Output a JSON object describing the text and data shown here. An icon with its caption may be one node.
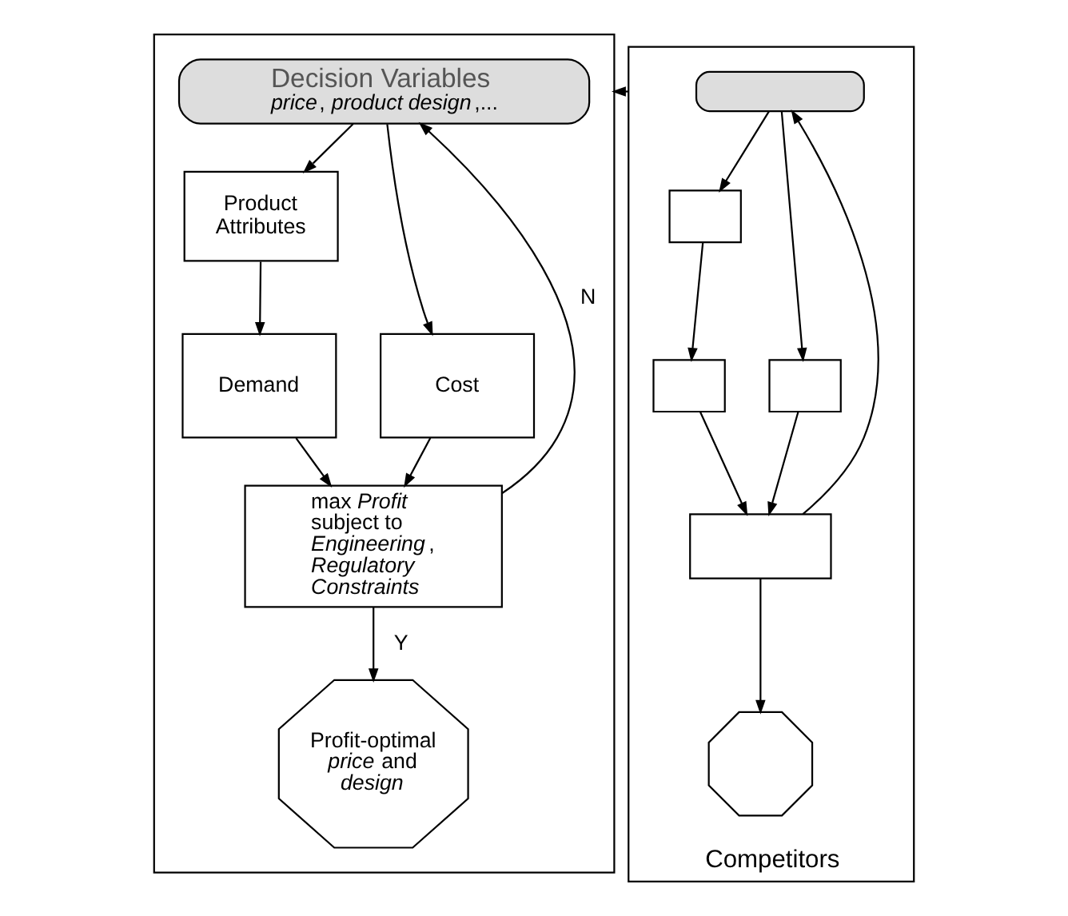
{
  "diagram": {
    "nodes": [
      {
        "text": [],
        "shape": "box"
      },
      {
        "text": [
          "Decision Variables",
          "*price*, *product design*,..."
        ],
        "in": 0
      },
      {
        "text": [
          "Product Attributes"
        ],
        "in": 0
      },
      {
        "text": [
          "Cost"
        ],
        "in": 0
      },
      {
        "text": [
          "Demand"
        ],
        "in": 0
      },
      {
        "text": [
          "max *Profit* subject to *Engineering*, *Regulatory Constraints*"
        ],
        "in": 0
      },
      {
        "text": [
          "Profit-optimal *price* and *design*"
        ],
        "in": 0
      },
      {
        "text": [],
        "shape": "box",
        "beside": [
          "Competitors"
        ]
      },
      {
        "text": [],
        "shape": "box",
        "in": 7
      },
      {
        "text": [],
        "shape": "box",
        "in": 7
      },
      {
        "text": [],
        "shape": "box",
        "in": 7
      },
      {
        "text": [],
        "shape": "box",
        "in": 7
      },
      {
        "text": [],
        "shape": "box",
        "in": 7
      },
      {
        "text": [],
        "shape": "octagon",
        "in": 7
      }
    ],
    "edges": [
      {
        "from": 1,
        "to": 2,
        "arrow": "to"
      },
      {
        "from": 1,
        "to": 3,
        "arrow": "to"
      },
      {
        "from": 2,
        "to": 4,
        "arrow": "to"
      },
      {
        "from": 4,
        "to": 5,
        "arrow": "to"
      },
      {
        "from": 3,
        "to": 5,
        "arrow": "to"
      },
      {
        "from": 5,
        "to": 1,
        "label": "N",
        "arrow": "to"
      },
      {
        "from": 5,
        "to": 6,
        "label": "Y",
        "arrow": "to"
      },
      {
        "from": 7,
        "to": 0,
        "arrow": "to"
      },
      {
        "from": 8,
        "to": 9,
        "arrow": "to"
      },
      {
        "from": 8,
        "to": 10,
        "arrow": "to"
      },
      {
        "from": 9,
        "to": 11,
        "arrow": "to"
      },
      {
        "from": 11,
        "to": 12,
        "arrow": "to"
      },
      {
        "from": 10,
        "to": 12,
        "arrow": "to"
      },
      {
        "from": 12,
        "to": 8,
        "arrow": "to"
      },
      {
        "from": 12,
        "to": 13,
        "arrow": "to"
      }
    ]
  }
}
